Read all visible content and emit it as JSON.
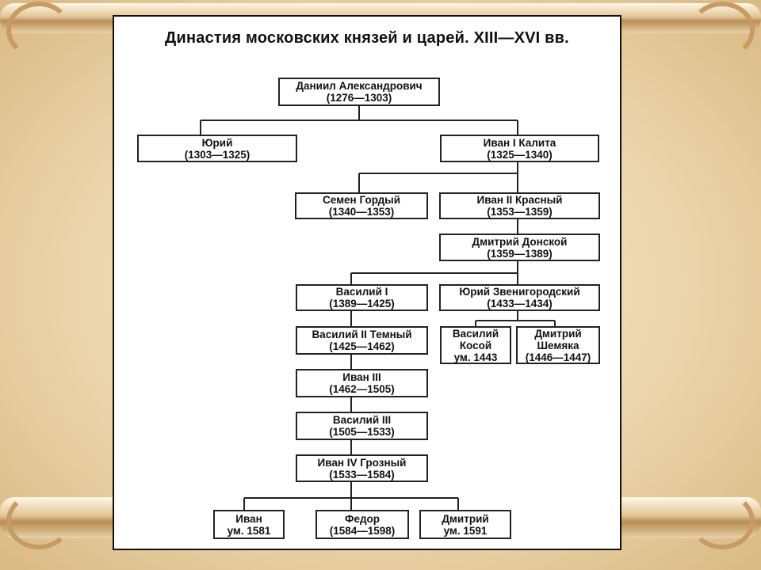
{
  "title": "Династия московских князей и царей. XIII—XVI вв.",
  "nodes": {
    "daniil": {
      "name": "Даниил Александрович",
      "years": "(1276—1303)"
    },
    "yuri": {
      "name": "Юрий",
      "years": "(1303—1325)"
    },
    "ivan1": {
      "name": "Иван I Калита",
      "years": "(1325—1340)"
    },
    "semen": {
      "name": "Семен Гордый",
      "years": "(1340—1353)"
    },
    "ivan2": {
      "name": "Иван II Красный",
      "years": "(1353—1359)"
    },
    "dmitry_donskoy": {
      "name": "Дмитрий Донской",
      "years": "(1359—1389)"
    },
    "vasily1": {
      "name": "Василий I",
      "years": "(1389—1425)"
    },
    "yuri_zven": {
      "name": "Юрий Звенигородский",
      "years": "(1433—1434)"
    },
    "vasily2": {
      "name": "Василий II Темный",
      "years": "(1425—1462)"
    },
    "vasily_kosoy": {
      "line1": "Василий",
      "line2": "Косой",
      "line3": "ум. 1443"
    },
    "dmitry_shemyaka": {
      "line1": "Дмитрий",
      "line2": "Шемяка",
      "line3": "(1446—1447)"
    },
    "ivan3": {
      "name": "Иван III",
      "years": "(1462—1505)"
    },
    "vasily3": {
      "name": "Василий III",
      "years": "(1505—1533)"
    },
    "ivan4": {
      "name": "Иван IV Грозный",
      "years": "(1533—1584)"
    },
    "ivan_son": {
      "name": "Иван",
      "years": "ум. 1581"
    },
    "fedor": {
      "name": "Федор",
      "years": "(1584—1598)"
    },
    "dmitry_son": {
      "name": "Дмитрий",
      "years": "ум. 1591"
    }
  }
}
